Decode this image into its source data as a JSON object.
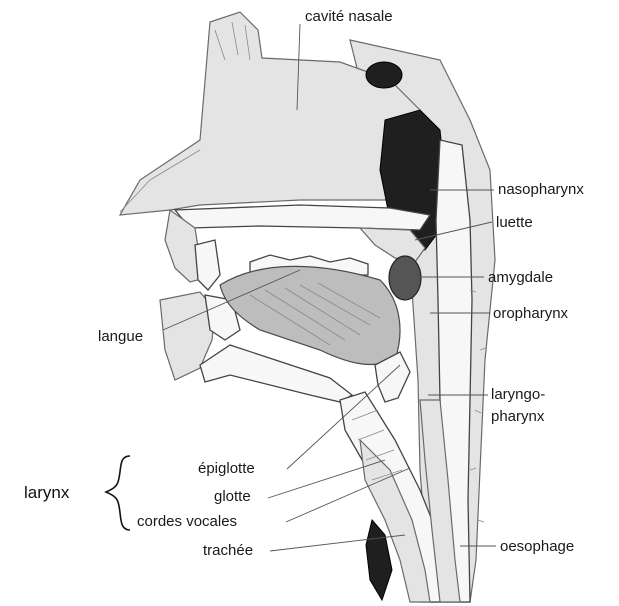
{
  "labels": {
    "cavite_nasale": "cavité nasale",
    "nasopharynx": "nasopharynx",
    "luette": "luette",
    "amygdale": "amygdale",
    "oropharynx": "oropharynx",
    "langue": "langue",
    "laryngopharynx_line1": "laryngo-",
    "laryngopharynx_line2": "pharynx",
    "epiglotte": "épiglotte",
    "glotte": "glotte",
    "cordes_vocales": "cordes vocales",
    "trachee": "trachée",
    "oesophage": "oesophage",
    "larynx": "larynx"
  },
  "colors": {
    "background": "#ffffff",
    "ink": "#1a1a1a",
    "shading_light": "#e4e4e4",
    "shading_mid": "#bdbdbd",
    "shading_dark": "#1f1f1f"
  }
}
